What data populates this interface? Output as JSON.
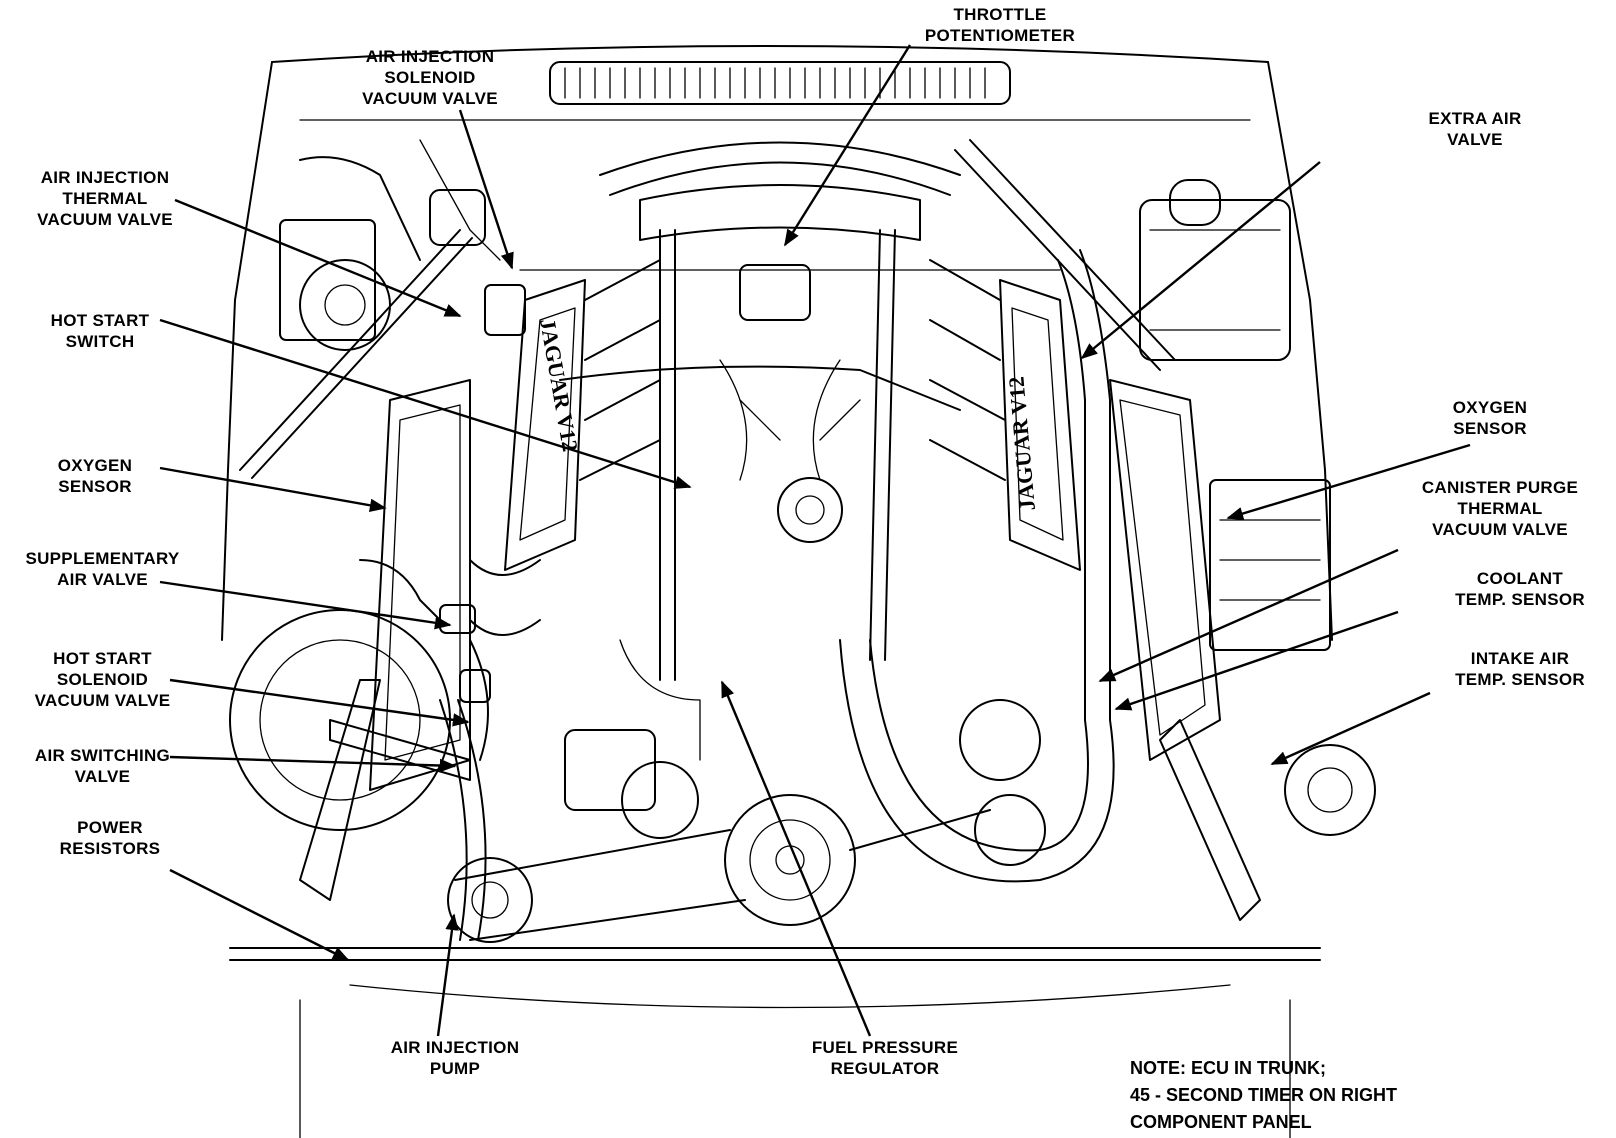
{
  "labels": {
    "throttle_potentiometer": [
      "THROTTLE",
      "POTENTIOMETER"
    ],
    "air_injection_solenoid_vacuum_valve": [
      "AIR INJECTION",
      "SOLENOID",
      "VACUUM VALVE"
    ],
    "air_injection_thermal_vacuum_valve": [
      "AIR INJECTION",
      "THERMAL",
      "VACUUM VALVE"
    ],
    "hot_start_switch": [
      "HOT START",
      "SWITCH"
    ],
    "oxygen_sensor_left": [
      "OXYGEN",
      "SENSOR"
    ],
    "supplementary_air_valve": [
      "SUPPLEMENTARY",
      "AIR VALVE"
    ],
    "hot_start_solenoid_vacuum_valve": [
      "HOT START",
      "SOLENOID",
      "VACUUM VALVE"
    ],
    "air_switching_valve": [
      "AIR SWITCHING",
      "VALVE"
    ],
    "power_resistors": [
      "POWER",
      "RESISTORS"
    ],
    "air_injection_pump": [
      "AIR INJECTION",
      "PUMP"
    ],
    "fuel_pressure_regulator": [
      "FUEL PRESSURE",
      "REGULATOR"
    ],
    "extra_air_valve": [
      "EXTRA AIR",
      "VALVE"
    ],
    "oxygen_sensor_right": [
      "OXYGEN",
      "SENSOR"
    ],
    "canister_purge_thermal_vacuum_valve": [
      "CANISTER PURGE",
      "THERMAL",
      "VACUUM VALVE"
    ],
    "coolant_temp_sensor": [
      "COOLANT",
      "TEMP. SENSOR"
    ],
    "intake_air_temp_sensor": [
      "INTAKE AIR",
      "TEMP. SENSOR"
    ]
  },
  "note": [
    "NOTE: ECU IN TRUNK;",
    "45 - SECOND TIMER ON RIGHT",
    "COMPONENT PANEL"
  ],
  "engine_badges": [
    "JAGUAR V12",
    "JAGUAR V12"
  ]
}
